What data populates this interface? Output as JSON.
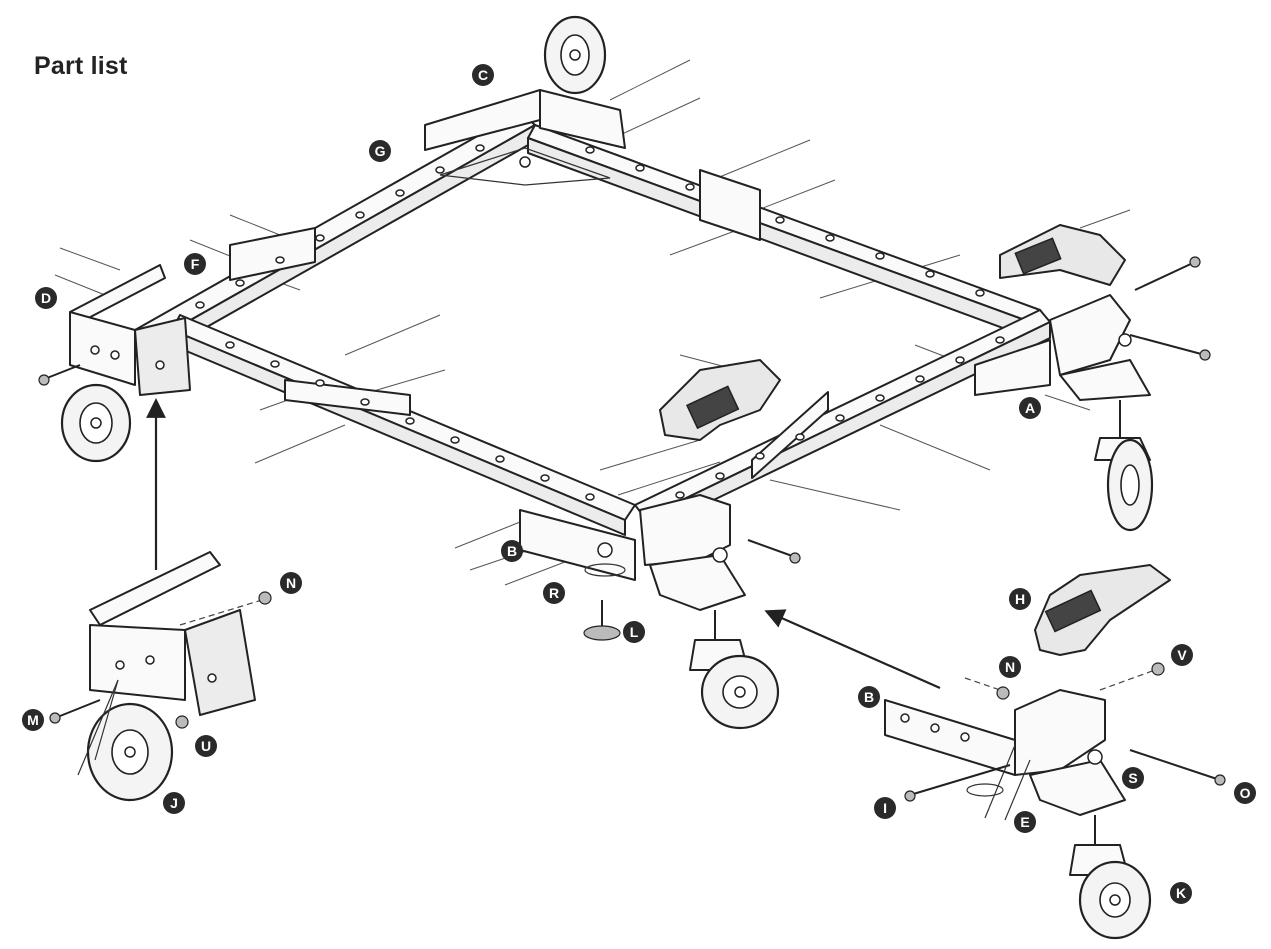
{
  "title": "Part list",
  "labels": {
    "A": "A",
    "B": "B",
    "C": "C",
    "D": "D",
    "E": "E",
    "F": "F",
    "G": "G",
    "H": "H",
    "I": "I",
    "J": "J",
    "K": "K",
    "L": "L",
    "M": "M",
    "N": "N",
    "O": "O",
    "R": "R",
    "S": "S",
    "U": "U",
    "V": "V"
  }
}
